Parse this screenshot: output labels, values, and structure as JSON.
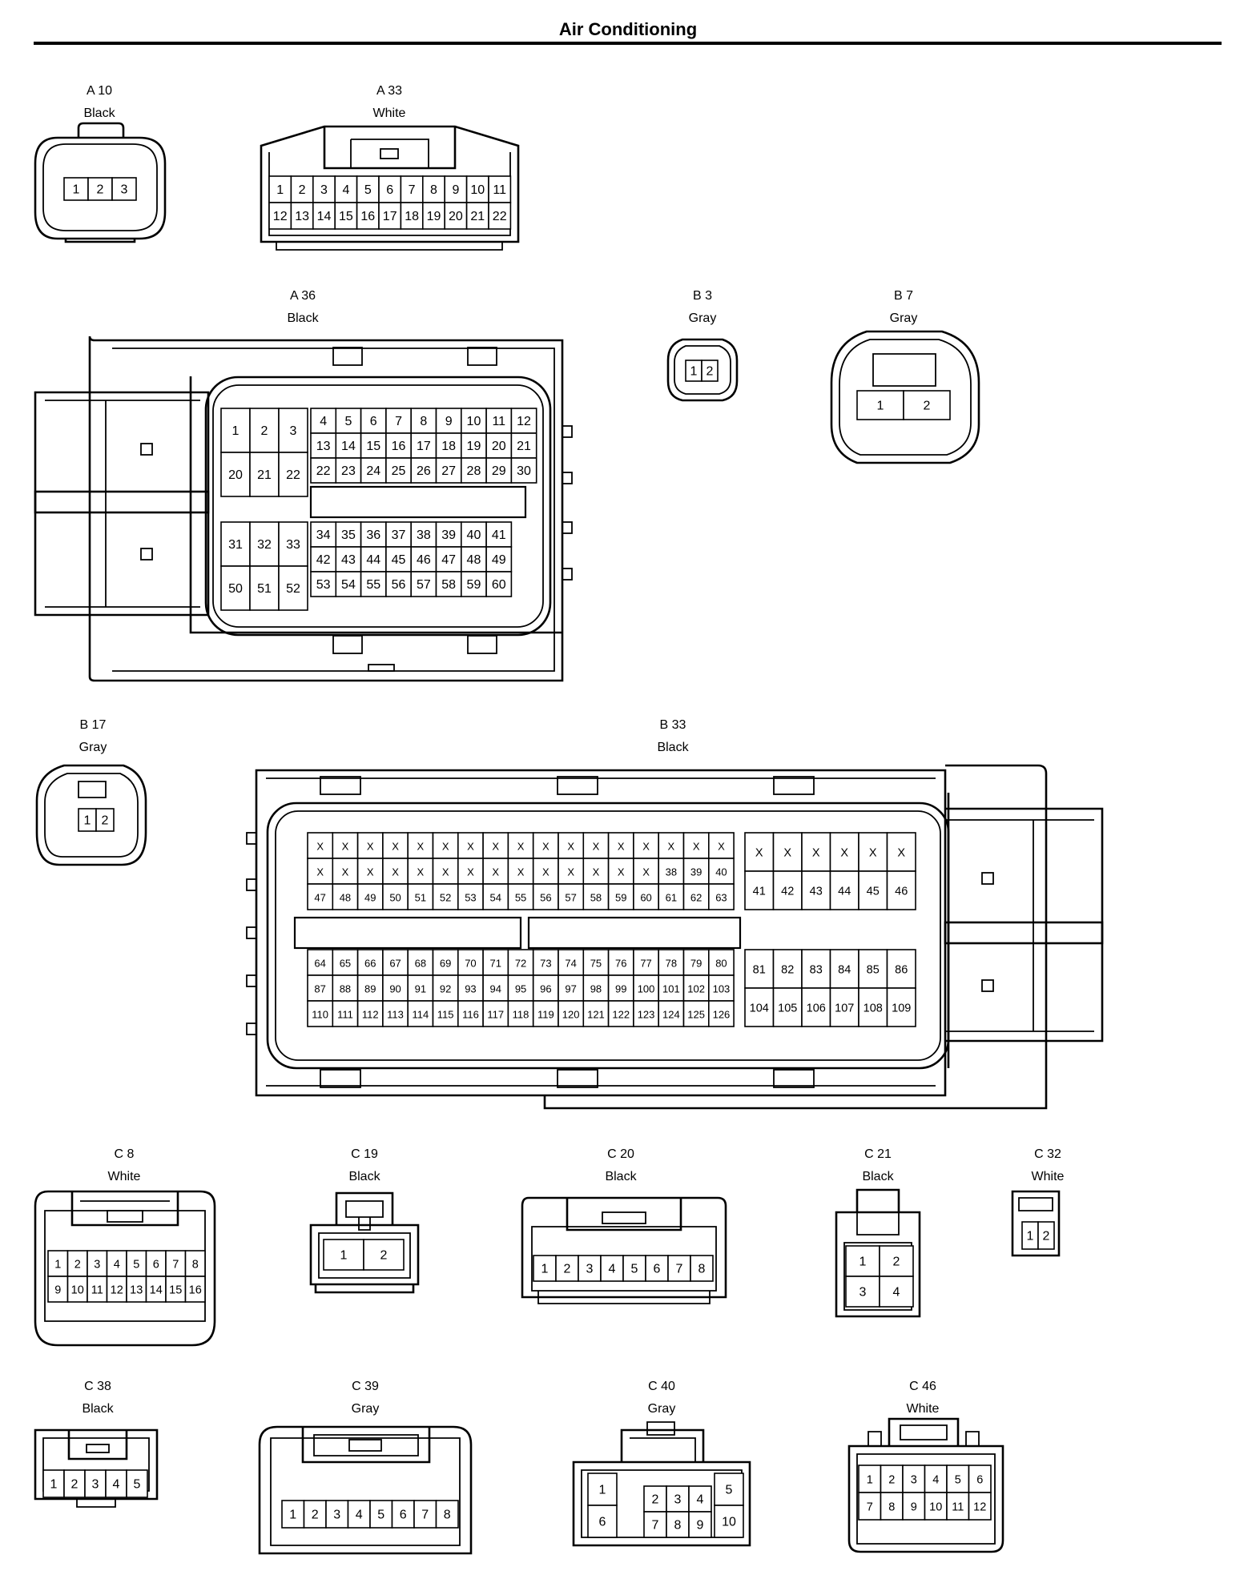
{
  "header": {
    "title": "Air Conditioning"
  },
  "connectors": {
    "A10": {
      "id": "A 10",
      "color": "Black",
      "pins": [
        "1",
        "2",
        "3"
      ]
    },
    "A33": {
      "id": "A 33",
      "color": "White",
      "pins": [
        "1",
        "2",
        "3",
        "4",
        "5",
        "6",
        "7",
        "8",
        "9",
        "10",
        "11",
        "12",
        "13",
        "14",
        "15",
        "16",
        "17",
        "18",
        "19",
        "20",
        "21",
        "22"
      ]
    },
    "A36": {
      "id": "A 36",
      "color": "Black",
      "block_left_top": [
        "1",
        "2",
        "3",
        "20",
        "21",
        "22"
      ],
      "block_right_top": [
        "4",
        "5",
        "6",
        "7",
        "8",
        "9",
        "10",
        "11",
        "12",
        "13",
        "14",
        "15",
        "16",
        "17",
        "18",
        "19",
        "20",
        "21",
        "22",
        "23",
        "24",
        "25",
        "26",
        "27",
        "28",
        "29",
        "30"
      ],
      "block_left_bottom": [
        "31",
        "32",
        "33",
        "50",
        "51",
        "52"
      ],
      "block_right_bottom": [
        "34",
        "35",
        "36",
        "37",
        "38",
        "39",
        "40",
        "41",
        "42",
        "43",
        "44",
        "45",
        "46",
        "47",
        "48",
        "49",
        "53",
        "54",
        "55",
        "56",
        "57",
        "58",
        "59",
        "60"
      ]
    },
    "B3": {
      "id": "B 3",
      "color": "Gray",
      "pins": [
        "1",
        "2"
      ]
    },
    "B7": {
      "id": "B 7",
      "color": "Gray",
      "pins": [
        "1",
        "2"
      ]
    },
    "B17": {
      "id": "B 17",
      "color": "Gray",
      "pins": [
        "1",
        "2"
      ]
    },
    "B33": {
      "id": "B 33",
      "color": "Black",
      "block_main_top": [
        [
          "X",
          "X",
          "X",
          "X",
          "X",
          "X",
          "X",
          "X",
          "X",
          "X",
          "X",
          "X",
          "X",
          "X",
          "X",
          "X",
          "X"
        ],
        [
          "X",
          "X",
          "X",
          "X",
          "X",
          "X",
          "X",
          "X",
          "X",
          "X",
          "X",
          "X",
          "X",
          "X",
          "38",
          "39",
          "40"
        ],
        [
          "47",
          "48",
          "49",
          "50",
          "51",
          "52",
          "53",
          "54",
          "55",
          "56",
          "57",
          "58",
          "59",
          "60",
          "61",
          "62",
          "63"
        ]
      ],
      "block_side_top": [
        [
          "X",
          "X",
          "X",
          "X",
          "X",
          "X"
        ],
        [
          "41",
          "42",
          "43",
          "44",
          "45",
          "46"
        ]
      ],
      "block_main_bottom": [
        [
          "64",
          "65",
          "66",
          "67",
          "68",
          "69",
          "70",
          "71",
          "72",
          "73",
          "74",
          "75",
          "76",
          "77",
          "78",
          "79",
          "80"
        ],
        [
          "87",
          "88",
          "89",
          "90",
          "91",
          "92",
          "93",
          "94",
          "95",
          "96",
          "97",
          "98",
          "99",
          "100",
          "101",
          "102",
          "103"
        ],
        [
          "110",
          "111",
          "112",
          "113",
          "114",
          "115",
          "116",
          "117",
          "118",
          "119",
          "120",
          "121",
          "122",
          "123",
          "124",
          "125",
          "126"
        ]
      ],
      "block_side_bottom": [
        [
          "81",
          "82",
          "83",
          "84",
          "85",
          "86"
        ],
        [
          "104",
          "105",
          "106",
          "107",
          "108",
          "109"
        ]
      ]
    },
    "C8": {
      "id": "C 8",
      "color": "White",
      "pins": [
        "1",
        "2",
        "3",
        "4",
        "5",
        "6",
        "7",
        "8",
        "9",
        "10",
        "11",
        "12",
        "13",
        "14",
        "15",
        "16"
      ]
    },
    "C19": {
      "id": "C 19",
      "color": "Black",
      "pins": [
        "1",
        "2"
      ]
    },
    "C20": {
      "id": "C 20",
      "color": "Black",
      "pins": [
        "1",
        "2",
        "3",
        "4",
        "5",
        "6",
        "7",
        "8"
      ]
    },
    "C21": {
      "id": "C 21",
      "color": "Black",
      "pins": [
        "1",
        "2",
        "3",
        "4"
      ]
    },
    "C32": {
      "id": "C 32",
      "color": "White",
      "pins": [
        "1",
        "2"
      ]
    },
    "C38": {
      "id": "C 38",
      "color": "Black",
      "pins": [
        "1",
        "2",
        "3",
        "4",
        "5"
      ]
    },
    "C39": {
      "id": "C 39",
      "color": "Gray",
      "pins": [
        "1",
        "2",
        "3",
        "4",
        "5",
        "6",
        "7",
        "8"
      ]
    },
    "C40": {
      "id": "C 40",
      "color": "Gray",
      "pins": [
        "1",
        "2",
        "3",
        "4",
        "5",
        "6",
        "7",
        "8",
        "9",
        "10"
      ]
    },
    "C46": {
      "id": "C 46",
      "color": "White",
      "pins": [
        "1",
        "2",
        "3",
        "4",
        "5",
        "6",
        "7",
        "8",
        "9",
        "10",
        "11",
        "12"
      ]
    }
  }
}
